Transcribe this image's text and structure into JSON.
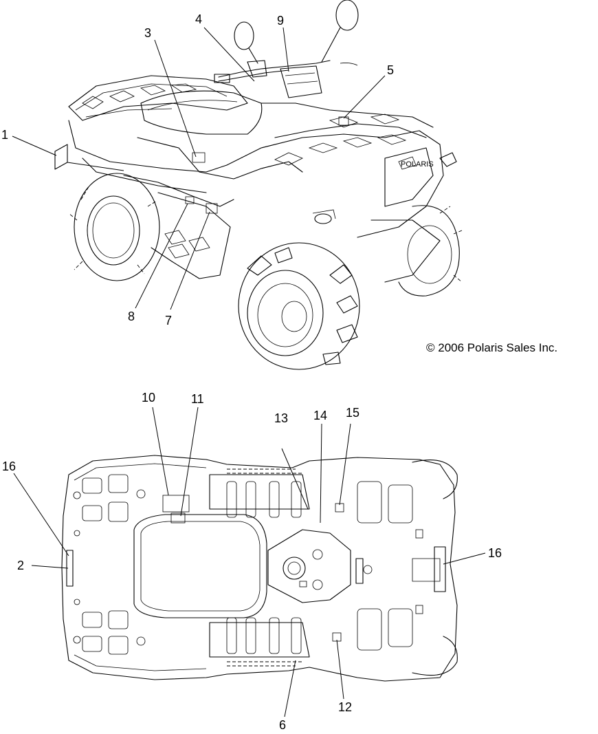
{
  "callouts": [
    {
      "id": "c1",
      "label": "1"
    },
    {
      "id": "c2",
      "label": "2"
    },
    {
      "id": "c3",
      "label": "3"
    },
    {
      "id": "c4",
      "label": "4"
    },
    {
      "id": "c5",
      "label": "5"
    },
    {
      "id": "c6",
      "label": "6"
    },
    {
      "id": "c7",
      "label": "7"
    },
    {
      "id": "c8",
      "label": "8"
    },
    {
      "id": "c9",
      "label": "9"
    },
    {
      "id": "c10",
      "label": "10"
    },
    {
      "id": "c11",
      "label": "11"
    },
    {
      "id": "c12",
      "label": "12"
    },
    {
      "id": "c13",
      "label": "13"
    },
    {
      "id": "c14",
      "label": "14"
    },
    {
      "id": "c15",
      "label": "15"
    },
    {
      "id": "c16a",
      "label": "16"
    },
    {
      "id": "c16b",
      "label": "16"
    }
  ],
  "copyright": "© 2006 Polaris Sales Inc.",
  "logo_text": "POLARIS"
}
